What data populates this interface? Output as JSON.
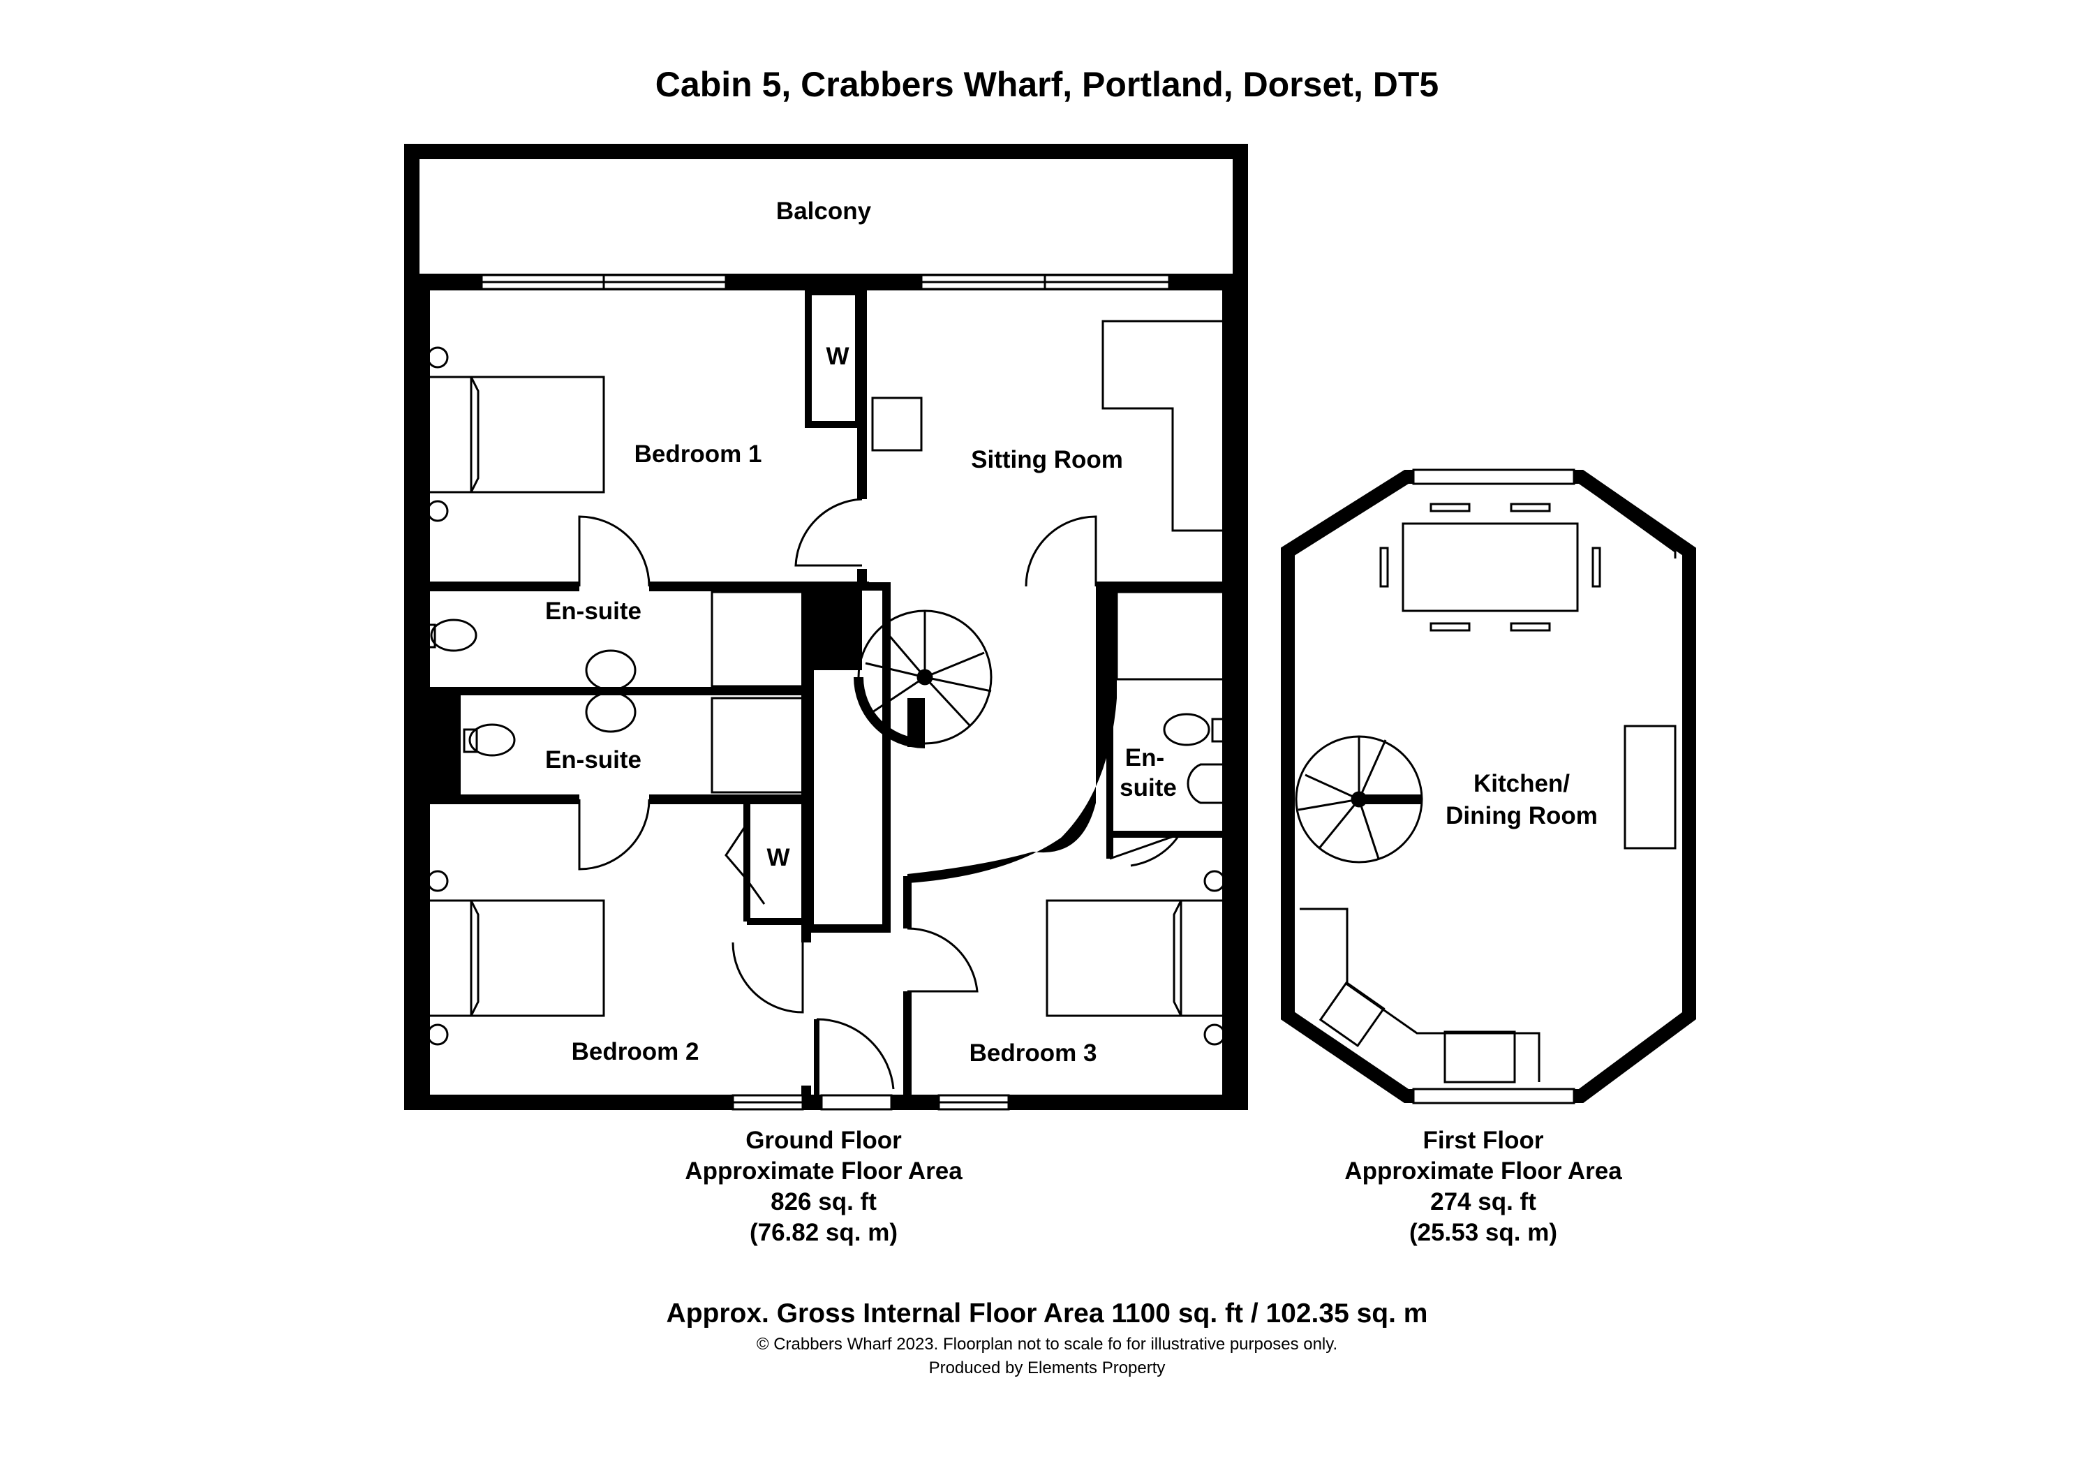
{
  "title": "Cabin 5, Crabbers Wharf, Portland, Dorset, DT5",
  "ground_floor": {
    "rooms": {
      "balcony": "Balcony",
      "bedroom1": "Bedroom 1",
      "sitting_room": "Sitting Room",
      "ensuite_a": "En-suite",
      "ensuite_b": "En-suite",
      "ensuite_c_line1": "En-",
      "ensuite_c_line2": "suite",
      "wardrobe_a": "W",
      "wardrobe_b": "W",
      "bedroom2": "Bedroom 2",
      "bedroom3": "Bedroom 3"
    },
    "caption": {
      "line1": "Ground Floor",
      "line2": "Approximate Floor Area",
      "line3": "826 sq. ft",
      "line4": "(76.82 sq. m)"
    }
  },
  "first_floor": {
    "rooms": {
      "kitchen_line1": "Kitchen/",
      "kitchen_line2": "Dining Room"
    },
    "caption": {
      "line1": "First Floor",
      "line2": "Approximate Floor Area",
      "line3": "274 sq. ft",
      "line4": "(25.53 sq. m)"
    }
  },
  "gross_area": "Approx. Gross Internal Floor Area 1100 sq. ft / 102.35 sq. m",
  "copyright": "© Crabbers Wharf 2023. Floorplan not to scale fo for illustrative purposes only.",
  "produced_by": "Produced by Elements Property"
}
